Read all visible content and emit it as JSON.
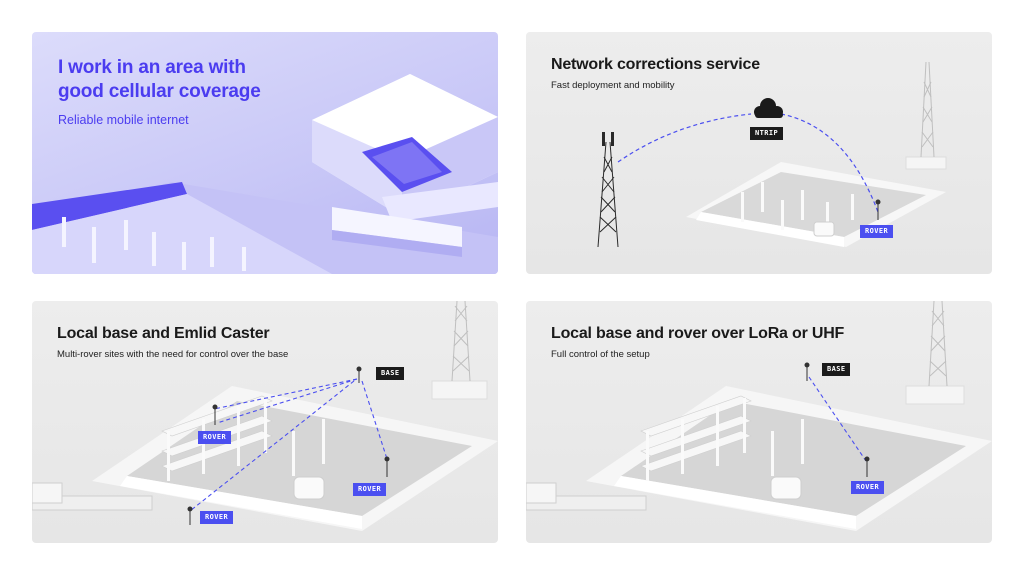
{
  "panels": {
    "cellular": {
      "title_line1": "I work in an area with",
      "title_line2": "good cellular coverage",
      "subtitle": "Reliable mobile internet"
    },
    "ntrip": {
      "title": "Network corrections service",
      "subtitle": "Fast deployment and mobility",
      "labels": {
        "cloud": "NTRIP",
        "rover": "ROVER"
      }
    },
    "caster": {
      "title": "Local base and Emlid Caster",
      "subtitle": "Multi-rover sites with the need for control over the base",
      "labels": {
        "base": "BASE",
        "rover1": "ROVER",
        "rover2": "ROVER",
        "rover3": "ROVER"
      }
    },
    "lora": {
      "title": "Local base and rover over LoRa or UHF",
      "subtitle": "Full control of the setup",
      "labels": {
        "base": "BASE",
        "rover": "ROVER"
      }
    }
  },
  "colors": {
    "accent": "#4b4ff0",
    "purple_text": "#4b3cf0",
    "card_grey": "#e9e9e9",
    "chip_dark": "#1b1b1b"
  }
}
